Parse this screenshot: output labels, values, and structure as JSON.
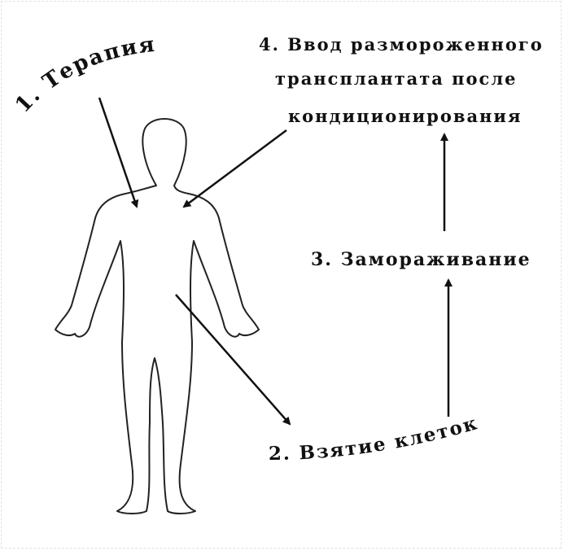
{
  "steps": {
    "step1": "1. Терапия",
    "step2": "2. Взятие клеток",
    "step3": "3. Замораживание",
    "step4_line1": "4. Ввод размороженного",
    "step4_line2": "трансплантата после",
    "step4_line3": "кондиционирования"
  },
  "colors": {
    "ink": "#111111",
    "outline": "#222222",
    "background": "#ffffff"
  },
  "icons": {
    "body": "human-body-outline-icon"
  }
}
